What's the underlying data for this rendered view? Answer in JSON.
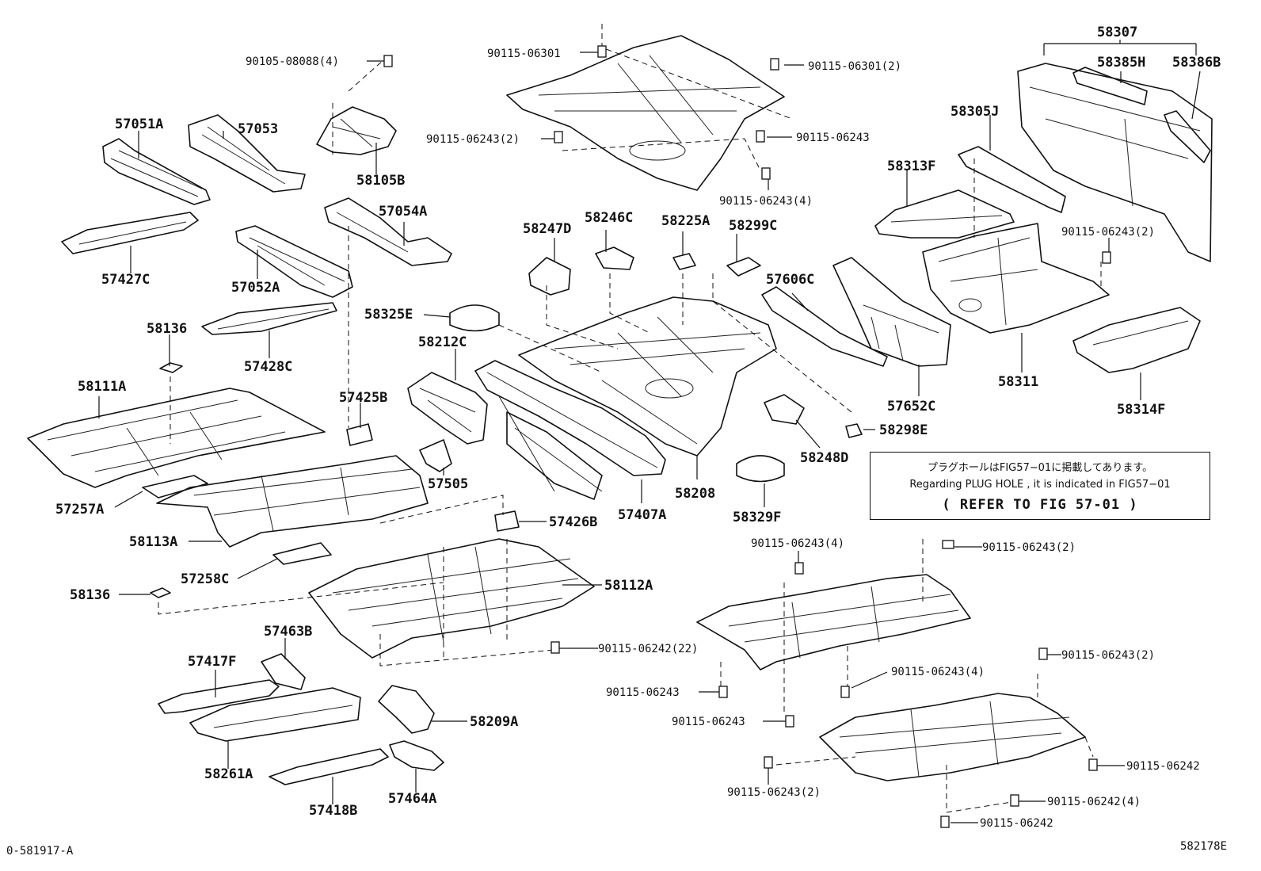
{
  "diagram_id": "0-581917-A",
  "image_code": "582178E",
  "note": {
    "japanese": "プラグホールはFIG57−01に掲載してあります。",
    "english": "Regarding PLUG HOLE , it is indicated in FIG57−01",
    "refer": "( REFER TO FIG 57-01 )"
  },
  "labels": [
    {
      "id": "l01",
      "text": "90105-08088(4)"
    },
    {
      "id": "l02",
      "text": "90115-06301"
    },
    {
      "id": "l03",
      "text": "90115-06301(2)"
    },
    {
      "id": "l04",
      "text": "58307"
    },
    {
      "id": "l05",
      "text": "58385H"
    },
    {
      "id": "l06",
      "text": "58386B"
    },
    {
      "id": "l07",
      "text": "57051A"
    },
    {
      "id": "l08",
      "text": "57053"
    },
    {
      "id": "l09",
      "text": "90115-06243(2)"
    },
    {
      "id": "l10",
      "text": "90115-06243"
    },
    {
      "id": "l11",
      "text": "58305J"
    },
    {
      "id": "l12",
      "text": "58105B"
    },
    {
      "id": "l13",
      "text": "58313F"
    },
    {
      "id": "l14",
      "text": "90115-06243(4)"
    },
    {
      "id": "l15",
      "text": "57054A"
    },
    {
      "id": "l16",
      "text": "58247D"
    },
    {
      "id": "l17",
      "text": "58246C"
    },
    {
      "id": "l18",
      "text": "58225A"
    },
    {
      "id": "l19",
      "text": "58299C"
    },
    {
      "id": "l20",
      "text": "90115-06243(2)"
    },
    {
      "id": "l21",
      "text": "57427C"
    },
    {
      "id": "l22",
      "text": "57052A"
    },
    {
      "id": "l23",
      "text": "57606C"
    },
    {
      "id": "l24",
      "text": "58325E"
    },
    {
      "id": "l25",
      "text": "58136"
    },
    {
      "id": "l26",
      "text": "57428C"
    },
    {
      "id": "l27",
      "text": "58212C"
    },
    {
      "id": "l28",
      "text": "58111A"
    },
    {
      "id": "l29",
      "text": "57425B"
    },
    {
      "id": "l30",
      "text": "58311"
    },
    {
      "id": "l31",
      "text": "57652C"
    },
    {
      "id": "l32",
      "text": "58314F"
    },
    {
      "id": "l33",
      "text": "58298E"
    },
    {
      "id": "l34",
      "text": "58248D"
    },
    {
      "id": "l35",
      "text": "57505"
    },
    {
      "id": "l36",
      "text": "57257A"
    },
    {
      "id": "l37",
      "text": "58208"
    },
    {
      "id": "l38",
      "text": "57407A"
    },
    {
      "id": "l39",
      "text": "58329F"
    },
    {
      "id": "l40",
      "text": "57426B"
    },
    {
      "id": "l41",
      "text": "58113A"
    },
    {
      "id": "l42",
      "text": "90115-06243(4)"
    },
    {
      "id": "l43",
      "text": "90115-06243(2)"
    },
    {
      "id": "l44",
      "text": "57258C"
    },
    {
      "id": "l45",
      "text": "58112A"
    },
    {
      "id": "l46",
      "text": "58136"
    },
    {
      "id": "l47",
      "text": "57463B"
    },
    {
      "id": "l48",
      "text": "90115-06242(22)"
    },
    {
      "id": "l49",
      "text": "57417F"
    },
    {
      "id": "l50",
      "text": "90115-06243(2)"
    },
    {
      "id": "l51",
      "text": "90115-06243(4)"
    },
    {
      "id": "l52",
      "text": "90115-06243"
    },
    {
      "id": "l53",
      "text": "58209A"
    },
    {
      "id": "l54",
      "text": "90115-06243"
    },
    {
      "id": "l55",
      "text": "58261A"
    },
    {
      "id": "l56",
      "text": "90115-06243(2)"
    },
    {
      "id": "l57",
      "text": "90115-06242"
    },
    {
      "id": "l58",
      "text": "57418B"
    },
    {
      "id": "l59",
      "text": "57464A"
    },
    {
      "id": "l60",
      "text": "90115-06242(4)"
    },
    {
      "id": "l61",
      "text": "90115-06242"
    }
  ]
}
